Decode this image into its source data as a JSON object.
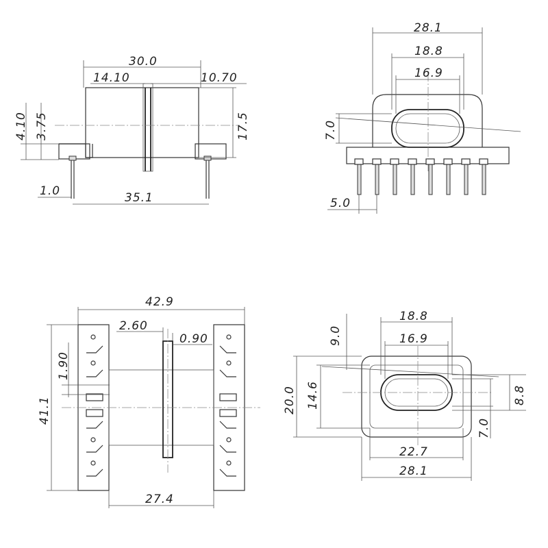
{
  "views": {
    "front": {
      "width_overall": "30.0",
      "flange_left": "14.10",
      "flange_right": "10.70",
      "height": "17.5",
      "base_h1": "4.10",
      "base_h2": "3.75",
      "pin_dia": "1.0",
      "pin_span": "35.1"
    },
    "side": {
      "outer": "28.1",
      "mid": "18.8",
      "inner": "16.9",
      "slot_h": "7.0",
      "pin_pitch": "5.0"
    },
    "bottom": {
      "overall_w": "42.9",
      "gap": "2.60",
      "wall": "0.90",
      "pin_row": "1.90",
      "overall_h": "41.1",
      "inner_w": "27.4"
    },
    "top": {
      "mid": "18.8",
      "inner": "16.9",
      "offset": "9.0",
      "outer_h": "20.0",
      "mid_h": "14.6",
      "slot_h": "8.8",
      "slot_h2": "7.0",
      "inner_w": "22.7",
      "outer_w": "28.1"
    }
  },
  "colors": {
    "line": "#333333",
    "text": "#222222"
  }
}
